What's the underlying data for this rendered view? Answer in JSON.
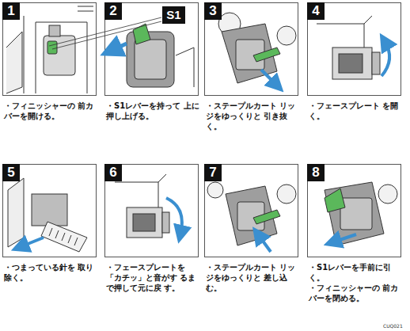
{
  "diagram": {
    "nodes": [
      {
        "text": [
          "1"
        ]
      },
      {
        "text": [
          "2"
        ]
      },
      {
        "text": [
          "S1"
        ]
      },
      {
        "text": [
          "3"
        ]
      },
      {
        "text": [
          "4"
        ]
      },
      {
        "text": [
          "5"
        ]
      },
      {
        "text": [
          "6"
        ]
      },
      {
        "text": [
          "7"
        ]
      },
      {
        "text": [
          "8"
        ]
      }
    ],
    "labels": [
      "・フィニッシャーの 前カバーを開ける。",
      "・S1レバーを持って 上に押し上げる。",
      "・ステープルカート リッジをゆっくりと 引き抜く。",
      "・フェースプレート を開く。",
      "・つまっている針を 取り除く。",
      "・フェースプレートを 「カチッ」と音がす るまで押して元に戻 す。",
      "・ステープルカート リッジをゆっくりと 差し込む。",
      "・S1レバーを手前に引く。",
      "・フィニッシャーの 前カバーを閉める。",
      "CUQ021"
    ]
  }
}
